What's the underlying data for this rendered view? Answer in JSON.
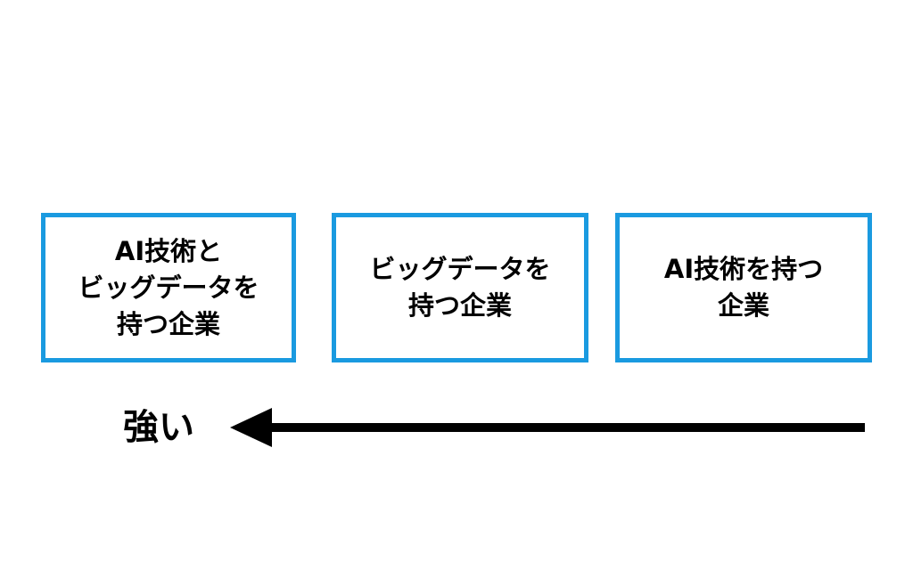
{
  "boxes": [
    {
      "text": "AI技術と\nビッグデータを\n持つ企業"
    },
    {
      "text": "ビッグデータを\n持つ企業"
    },
    {
      "text": "AI技術を持つ\n企業"
    }
  ],
  "arrow": {
    "label": "強い",
    "direction": "left"
  },
  "colors": {
    "box_border": "#1a9ae0",
    "arrow": "#000000",
    "text": "#000000"
  }
}
